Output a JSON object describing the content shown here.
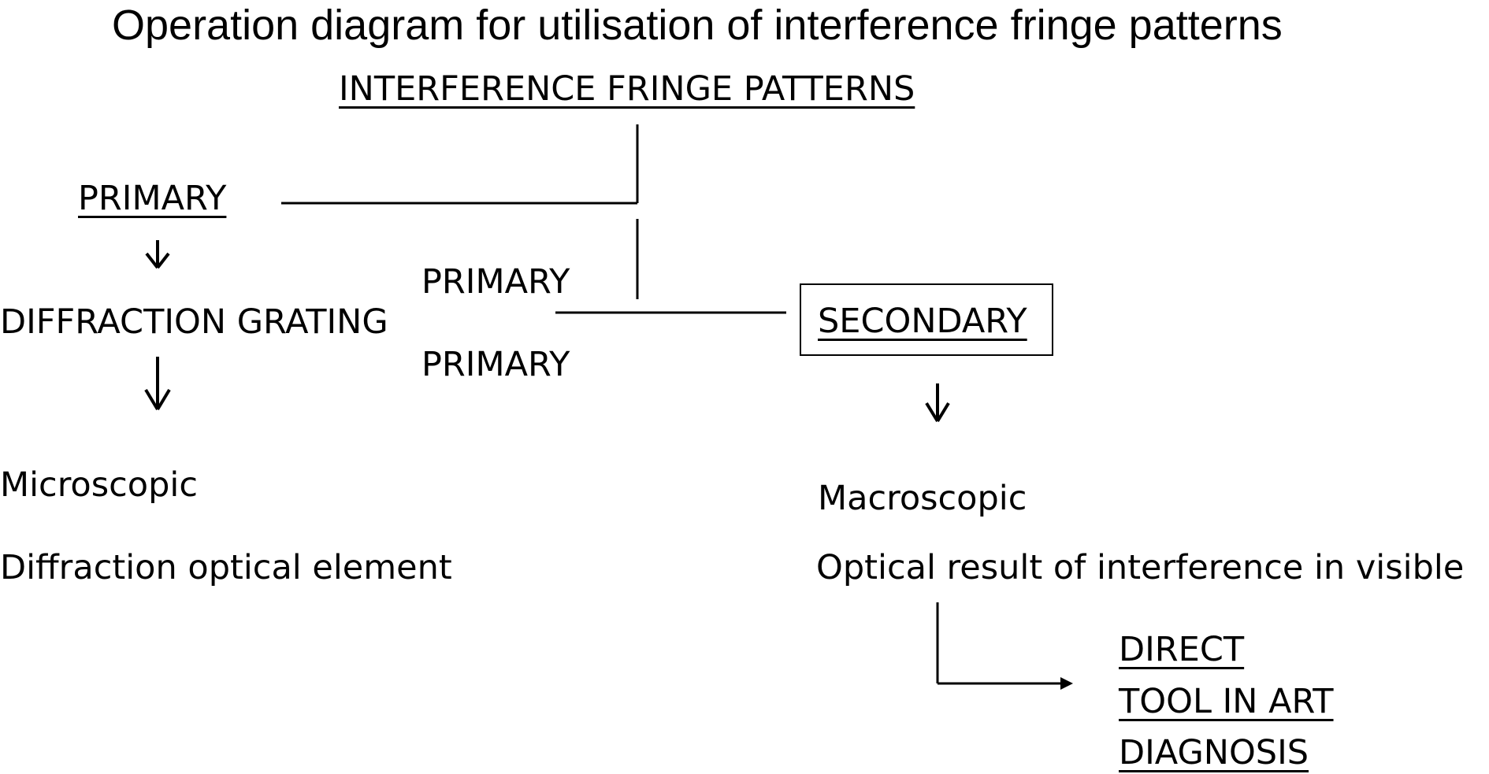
{
  "title": "Operation diagram for utilisation of interference fringe patterns",
  "nodes": {
    "root": "INTERFERENCE FRINGE PATTERNS",
    "primary": "PRIMARY",
    "diffraction_grating": "DIFFRACTION GRATING",
    "primary_upper": "PRIMARY",
    "primary_lower": "PRIMARY",
    "secondary": "SECONDARY",
    "microscopic": "Microscopic",
    "diffraction_optical_element": "Diffraction optical element",
    "macroscopic": "Macroscopic",
    "optical_result": "Optical result of interference in visible",
    "direct": "DIRECT",
    "tool_in_art": "TOOL IN ART",
    "diagnosis": "DIAGNOSIS"
  }
}
